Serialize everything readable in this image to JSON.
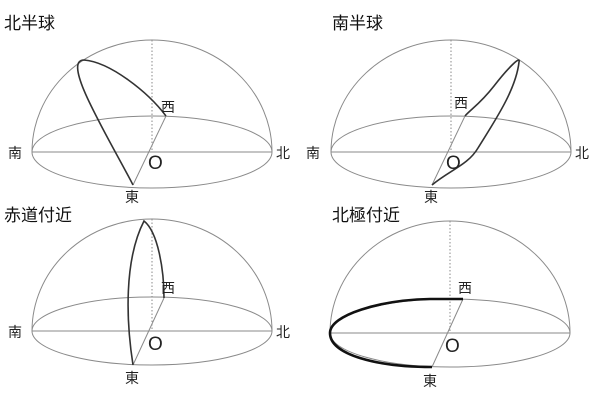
{
  "panels": [
    {
      "id": "north-hemisphere",
      "title": "北半球",
      "labels": {
        "left": "南",
        "right": "北",
        "front": "東",
        "back": "西",
        "center": "O"
      }
    },
    {
      "id": "south-hemisphere",
      "title": "南半球",
      "labels": {
        "left": "南",
        "right": "北",
        "front": "東",
        "back": "西",
        "center": "O"
      }
    },
    {
      "id": "near-equator",
      "title": "赤道付近",
      "labels": {
        "left": "南",
        "right": "北",
        "front": "東",
        "back": "西",
        "center": "O"
      }
    },
    {
      "id": "near-north-pole",
      "title": "北極付近",
      "labels": {
        "left": "",
        "right": "",
        "front": "東",
        "back": "西",
        "center": "O"
      }
    }
  ]
}
